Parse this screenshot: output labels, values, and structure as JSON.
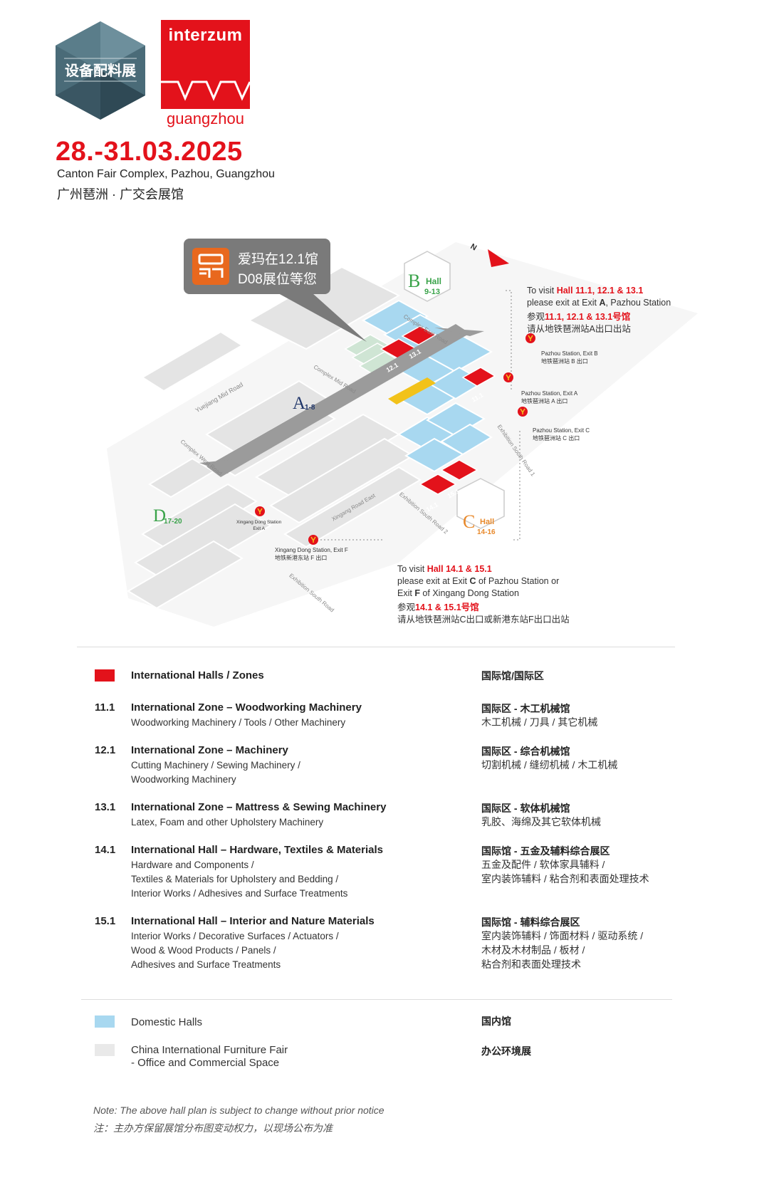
{
  "header": {
    "logo_cn": "设备配料展",
    "brand": "interzum",
    "brand_city": "guangzhou",
    "date": "28.-31.03.2025",
    "venue_en": "Canton Fair Complex, Pazhou, Guangzhou",
    "venue_cn": "广州琶洲 · 广交会展馆",
    "red": "#e3121b"
  },
  "map": {
    "callout_logo_icon": "aima-logo-icon",
    "callout_line1": "爱玛在12.1馆",
    "callout_line2": "D08展位等您",
    "compass": "N",
    "areas": {
      "A": {
        "letter": "A",
        "range": "1-8"
      },
      "B": {
        "letter": "B",
        "range": "9-13",
        "word": "Hall"
      },
      "C": {
        "letter": "C",
        "range": "14-16",
        "word": "Hall"
      },
      "D": {
        "letter": "D",
        "range": "17-20"
      }
    },
    "hall_labels": [
      "12.1",
      "13.1",
      "11.1",
      "14.1",
      "15.1"
    ],
    "roads": {
      "yuejiang": "Yuejiang Mid Road",
      "complex_mid": "Complex Mid Road",
      "complex_east": "Complex East Road",
      "complex_west": "Complex West Road",
      "xingang": "Xingang Road East",
      "exh_south1": "Exhibition South Road 1",
      "exh_south2": "Exhibition South Road 2",
      "exh_south": "Exhibition South Road"
    },
    "stations": {
      "b_en": "Pazhou Station, Exit B",
      "b_cn": "地铁琶洲站 B 出口",
      "a_en": "Pazhou Station, Exit A",
      "a_cn": "地铁琶洲站 A 出口",
      "c_en": "Pazhou Station, Exit C",
      "c_cn": "地铁琶洲站 C 出口",
      "xa_1": "Xingang Dong Station",
      "xa_2": "Exit A",
      "xf_en": "Xingang Dong Station, Exit F",
      "xf_cn": "地铁新港东站 F 出口"
    },
    "note1": {
      "pre": "To visit ",
      "halls": "Hall 11.1, 12.1 & 13.1",
      "line2_pre": "please exit at Exit ",
      "line2_exit": "A",
      "line2_post": ", Pazhou Station",
      "cn_pre": "参观",
      "cn_halls": "11.1, 12.1 & 13.1号馆",
      "cn2": "请从地铁琶洲站A出口出站"
    },
    "note2": {
      "pre": "To visit ",
      "halls": "Hall 14.1 & 15.1",
      "l2_pre": "please exit at Exit ",
      "l2_exit": "C",
      "l2_post": " of Pazhou Station or",
      "l3_pre": "Exit ",
      "l3_exit": "F",
      "l3_post": " of Xingang Dong Station",
      "cn_pre": "参观",
      "cn_halls": "14.1 & 15.1号馆",
      "cn2": "请从地铁琶洲站C出口或新港东站F出口出站"
    },
    "colors": {
      "international": "#e3121b",
      "domestic": "#a8d8f0",
      "furniture": "#e4e4e4",
      "green": "#3aa34a",
      "orange": "#e8892b",
      "navy": "#1f3569"
    }
  },
  "legend": {
    "intl_title": "International Halls / Zones",
    "intl_title_cn": "国际馆/国际区",
    "items": [
      {
        "code": "11.1",
        "title": "International Zone – Woodworking Machinery",
        "lines": [
          "Woodworking Machinery / Tools / Other Machinery"
        ],
        "cn_title": "国际区 - 木工机械馆",
        "cn_lines": [
          "木工机械 / 刀具 / 其它机械"
        ]
      },
      {
        "code": "12.1",
        "title": "International Zone – Machinery",
        "lines": [
          "Cutting Machinery / Sewing Machinery /",
          "Woodworking Machinery"
        ],
        "cn_title": "国际区 - 综合机械馆",
        "cn_lines": [
          "切割机械 / 缝纫机械 / 木工机械"
        ]
      },
      {
        "code": "13.1",
        "title": "International Zone – Mattress & Sewing Machinery",
        "lines": [
          "Latex, Foam and other Upholstery Machinery"
        ],
        "cn_title": "国际区 - 软体机械馆",
        "cn_lines": [
          "乳胶、海绵及其它软体机械"
        ]
      },
      {
        "code": "14.1",
        "title": "International Hall – Hardware, Textiles & Materials",
        "lines": [
          "Hardware and Components /",
          "Textiles & Materials for Upholstery and Bedding /",
          "Interior Works / Adhesives and Surface Treatments"
        ],
        "cn_title": "国际馆 - 五金及辅料综合展区",
        "cn_lines": [
          "五金及配件 / 软体家具辅料 /",
          "室内装饰辅料 / 粘合剂和表面处理技术"
        ]
      },
      {
        "code": "15.1",
        "title": "International Hall – Interior and Nature Materials",
        "lines": [
          "Interior Works / Decorative Surfaces / Actuators /",
          "Wood & Wood Products / Panels /",
          "Adhesives and Surface Treatments"
        ],
        "cn_title": "国际馆 - 辅料综合展区",
        "cn_lines": [
          "室内装饰辅料 / 饰面材料 / 驱动系统 /",
          "木材及木材制品 / 板材 /",
          "粘合剂和表面处理技术"
        ]
      }
    ],
    "domestic": "Domestic Halls",
    "domestic_cn": "国内馆",
    "furniture_1": "China International Furniture Fair",
    "furniture_2": "- Office and Commercial Space",
    "furniture_cn": "办公环境展"
  },
  "footer": {
    "note_en": "Note: The above hall plan is subject to change without prior notice",
    "note_cn": "注：主办方保留展馆分布图变动权力，以现场公布为准"
  }
}
